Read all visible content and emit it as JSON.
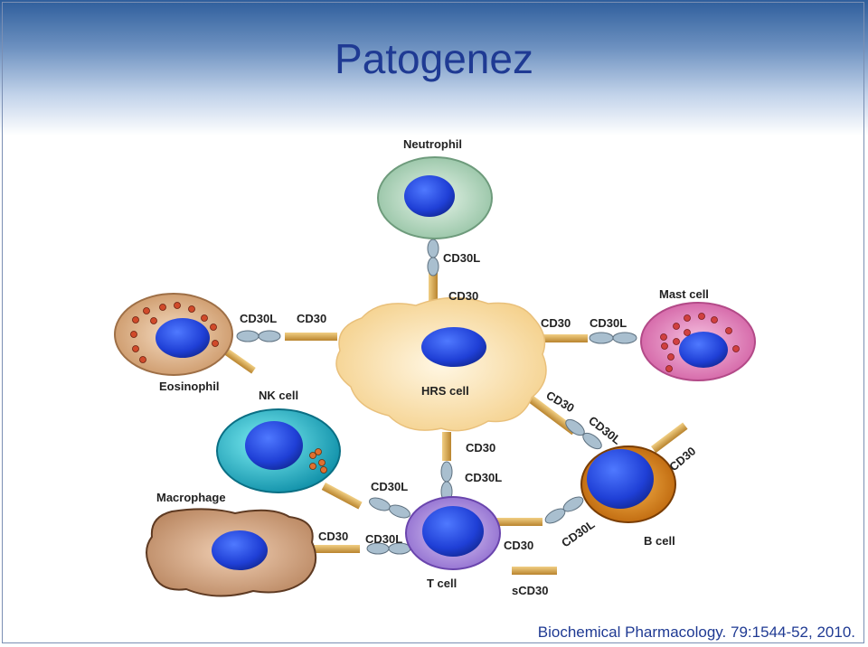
{
  "slide": {
    "title": "Patogenez",
    "citation": "Biochemical Pharmacology. 79:1544-52, 2010."
  },
  "diagram": {
    "cells": {
      "neutrophil": "Neutrophil",
      "mast": "Mast cell",
      "eosinophil": "Eosinophil",
      "nk": "NK cell",
      "hrs": "HRS cell",
      "macrophage": "Macrophage",
      "tcell": "T cell",
      "bcell": "B cell"
    },
    "markers": {
      "cd30": "CD30",
      "cd30l": "CD30L",
      "scd30": "sCD30"
    },
    "colors": {
      "nucleus": "#1f3fd6",
      "hrs": "#fbe4b8",
      "neutrophil": "#bfe3cc",
      "mast": "#e980bf",
      "eosinophil": "#e3b990",
      "nk": "#2cc8d8",
      "macrophage": "#d9ad8c",
      "tcell": "#a889e0",
      "bcell": "#e8901c",
      "receptor": "#d8a34a",
      "ligand": "#a9bfcf"
    }
  }
}
